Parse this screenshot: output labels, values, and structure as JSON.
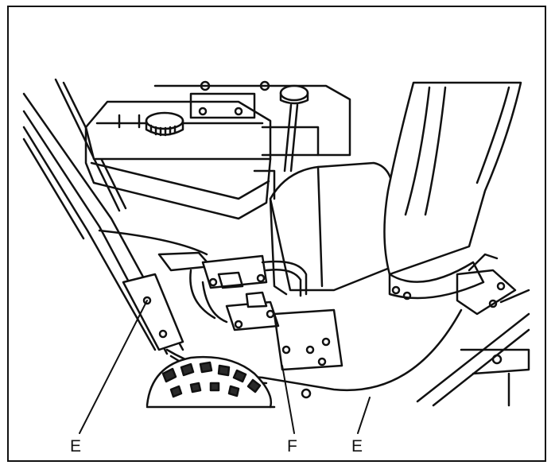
{
  "labels": {
    "e_left": "E",
    "f": "F",
    "e_right": "E"
  },
  "colors": {
    "ink": "#111111",
    "paper": "#ffffff",
    "tire": "#2a2a2a"
  }
}
